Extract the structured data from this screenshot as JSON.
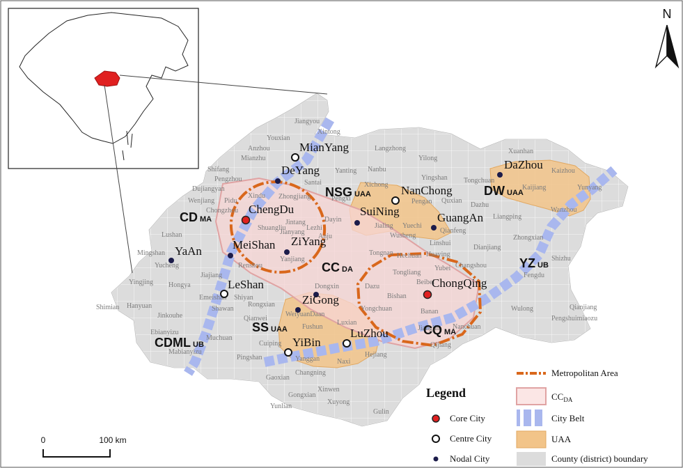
{
  "north_label": "N",
  "scale": {
    "zero": "0",
    "distance": "100 km"
  },
  "legend": {
    "title": "Legend",
    "core_city": "Core City",
    "centre_city": "Centre City",
    "nodal_city": "Nodal City",
    "metro_area": "Metropolitan Area",
    "ccda_main": "CC",
    "ccda_sub": "DA",
    "city_belt": "City Belt",
    "uaa": "UAA",
    "county_boundary": "County (district) boundary"
  },
  "region_labels": {
    "cd_main": "CD",
    "cd_sub": "MA",
    "nsg_main": "NSG",
    "nsg_sub": "UAA",
    "dw_main": "DW",
    "dw_sub": "UAA",
    "cc_main": "CC",
    "cc_sub": "DA",
    "yz_main": "YZ",
    "yz_sub": "UB",
    "ss_main": "SS",
    "ss_sub": "UAA",
    "cq_main": "CQ",
    "cq_sub": "MA",
    "cdml_main": "CDML",
    "cdml_sub": "UB"
  },
  "cities": {
    "mianyang": "MianYang",
    "deyang": "DeYang",
    "chengdu": "ChengDu",
    "meishan": "MeiShan",
    "ziyang": "ZiYang",
    "yaan": "YaAn",
    "leshan": "LeShan",
    "zigong": "ZiGong",
    "yibin": "YiBin",
    "luzhou": "LuZhou",
    "chongqing": "ChongQing",
    "suining": "SuiNing",
    "nanchong": "NanChong",
    "guangan": "GuangAn",
    "dazhou": "DaZhou"
  },
  "counties": {
    "jiangyou": "Jiangyou",
    "xintong": "Xintong",
    "youxian": "Youxian",
    "anzhou": "Anzhou",
    "mianzhu": "Mianzhu",
    "shifang": "Shifang",
    "pengzhou": "Pengzhou",
    "yanting": "Yanting",
    "nanbu": "Nanbu",
    "langzhong": "Langzhong",
    "yilong": "Yilong",
    "xichong": "Xichong",
    "santai": "Santai",
    "zhongjiang": "Zhongjiang",
    "yingshan": "Yingshan",
    "tongchuan": "Tongchuan",
    "xuanhan": "Xuanhan",
    "kaizhou": "Kaizhou",
    "kaijiang": "Kaijiang",
    "wanzhou": "Wanzhou",
    "yunyang": "Yunyang",
    "dujiangyan": "Dujiangyan",
    "wenjiang": "Wenjiang",
    "pidu": "Pidu",
    "chongzhou": "Chongzhou",
    "xindu": "Xindu",
    "pengxi": "Pengxi",
    "pengan": "Pengan",
    "quxian": "Quxian",
    "dazhu": "Dazhu",
    "liangping": "Liangping",
    "lushan": "Lushan",
    "shuangliu": "Shuangliu",
    "jintang": "Jintang",
    "jianyang": "Jianyang",
    "lezhi": "Lezhi",
    "dayin": "Dayin",
    "jialing": "Jialing",
    "yuechi": "Yuechi",
    "qianfeng": "Qianfeng",
    "wusheng": "Wusheng",
    "linshui": "Linshui",
    "dianjiang": "Dianjiang",
    "zhongxian": "Zhongxian",
    "mingshan": "Mingshan",
    "yucheng": "Yucheng",
    "anju": "Anju",
    "tongnan": "Tongnan",
    "hechuan": "Hechuan",
    "huaying": "Huaying",
    "renshou": "Renshou",
    "yanjiang": "Yanjiang",
    "tongliang": "Tongliang",
    "yubei": "Yubei",
    "changshou": "Changshou",
    "fengdu": "Fengdu",
    "shizhu": "Shizhu",
    "yingjing": "Yingjing",
    "hongya": "Hongya",
    "jiajiang": "Jiajiang",
    "dazu": "Dazu",
    "beibei": "Beibei",
    "bishan": "Bishan",
    "emeishan": "Emeishan",
    "shiyan": "Shiyan",
    "dongxin": "Dongxin",
    "shimian": "Shimian",
    "hanyuan": "Hanyuan",
    "jinkouhe": "Jinkouhe",
    "shawan": "Shawan",
    "rongxian": "Rongxian",
    "qianwei": "Qianwei",
    "weiyuan": "WeiyuanDaan",
    "yongchuan": "Yongchuan",
    "banan": "Banan",
    "wulong": "Wulong",
    "pengshui": "Pengshuimiaozu",
    "qianjiang": "Qianjiang",
    "ebian": "Ebianyizu",
    "fushun": "Fushun",
    "luxian": "Luxian",
    "jiangjin": "Jiangjin",
    "nanchuan": "Nanchuan",
    "muchuan": "Muchuan",
    "mabian": "Mabianyizu",
    "pingshan": "Pingshan",
    "cuiping": "Cuiping",
    "yanggan": "Yanggan",
    "naxi": "Naxi",
    "hejiang": "Hejiang",
    "qijiang": "Qijiang",
    "gaoxian": "Gaoxian",
    "changning": "Changning",
    "gongxian": "Gongxian",
    "xinwen": "Xinwen",
    "xuyong": "Xuyong",
    "yunlian": "Yunlian",
    "gulin": "Gulin"
  },
  "colors": {
    "county_fill": "#dcdcdc",
    "county_stroke": "#ffffff",
    "metro": "#d9671b",
    "ccda_fill": "#f7d6d4",
    "ccda_stroke": "#e0a3a3",
    "city_belt": "#a9b7ee",
    "uaa_fill": "#f2c489",
    "core_city": "#e02020",
    "nodal_city": "#1c1c4a"
  }
}
